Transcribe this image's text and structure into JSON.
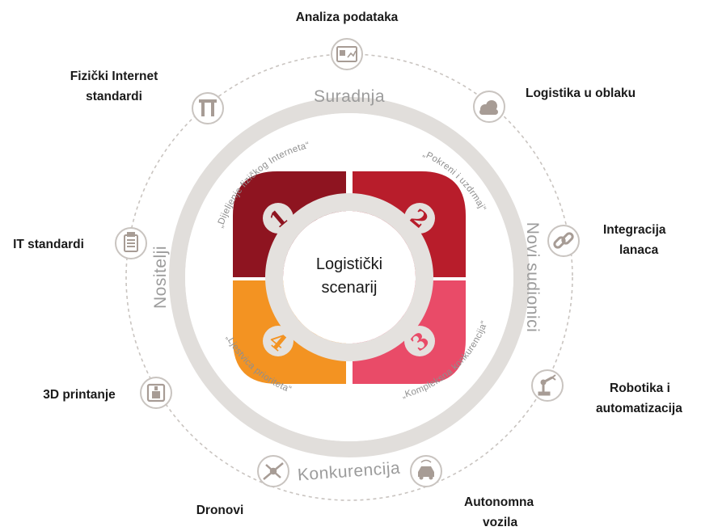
{
  "center": {
    "line1": "Logistički",
    "line2": "scenarij"
  },
  "quadrants": [
    {
      "number": "1",
      "quote": "„Dijeljenje fizičkog Interneta“",
      "color": "#8e1420"
    },
    {
      "number": "2",
      "quote": "„Pokreni i uzdrmaj“",
      "color": "#b81d2b"
    },
    {
      "number": "3",
      "quote": "„Kompleksna konkurencija“",
      "color": "#e94b68"
    },
    {
      "number": "4",
      "quote": "„Ljestvica prioriteta“",
      "color": "#f39322"
    }
  ],
  "ring_labels": {
    "top": "Suradnja",
    "right": "Novi sudionici",
    "bottom": "Konkurencija",
    "left": "Nositelji"
  },
  "outer_nodes": [
    {
      "icon": "newspaper-icon",
      "line1": "Analiza podataka",
      "line2": ""
    },
    {
      "icon": "cloud-icon",
      "line1": "Logistika u oblaku",
      "line2": ""
    },
    {
      "icon": "chain-link-icon",
      "line1": "Integracija",
      "line2": "lanaca"
    },
    {
      "icon": "robot-arm-icon",
      "line1": "Robotika i",
      "line2": "automatizacija"
    },
    {
      "icon": "car-icon",
      "line1": "Autonomna",
      "line2": "vozila"
    },
    {
      "icon": "drone-icon",
      "line1": "Dronovi",
      "line2": ""
    },
    {
      "icon": "3d-printer-icon",
      "line1": "3D printanje",
      "line2": ""
    },
    {
      "icon": "clipboard-icon",
      "line1": "IT standardi",
      "line2": ""
    },
    {
      "icon": "pi-icon",
      "line1": "Fizički Internet",
      "line2": "standardi"
    }
  ],
  "colors": {
    "ring": "#e1dedb",
    "icon": "#a79c95",
    "dashed": "#c9c4c0",
    "inner_disc": "#e4e1de"
  }
}
